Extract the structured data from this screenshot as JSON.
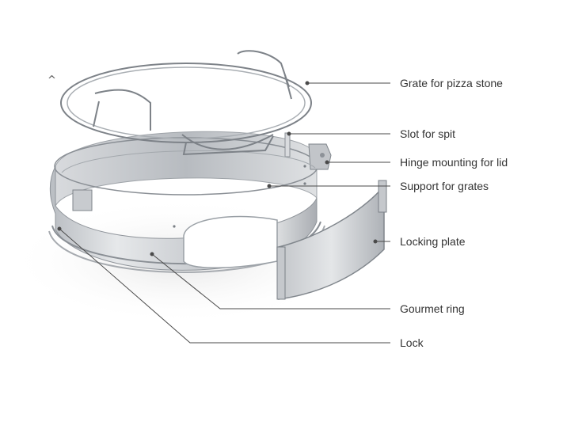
{
  "caret_mark": "^",
  "labels": [
    {
      "id": "grate",
      "text": "Grate for pizza stone"
    },
    {
      "id": "slot",
      "text": "Slot for spit"
    },
    {
      "id": "hinge",
      "text": "Hinge mounting for lid"
    },
    {
      "id": "support",
      "text": "Support for grates"
    },
    {
      "id": "locking-plate",
      "text": "Locking plate"
    },
    {
      "id": "gourmet-ring",
      "text": "Gourmet ring"
    },
    {
      "id": "lock",
      "text": "Lock"
    }
  ]
}
